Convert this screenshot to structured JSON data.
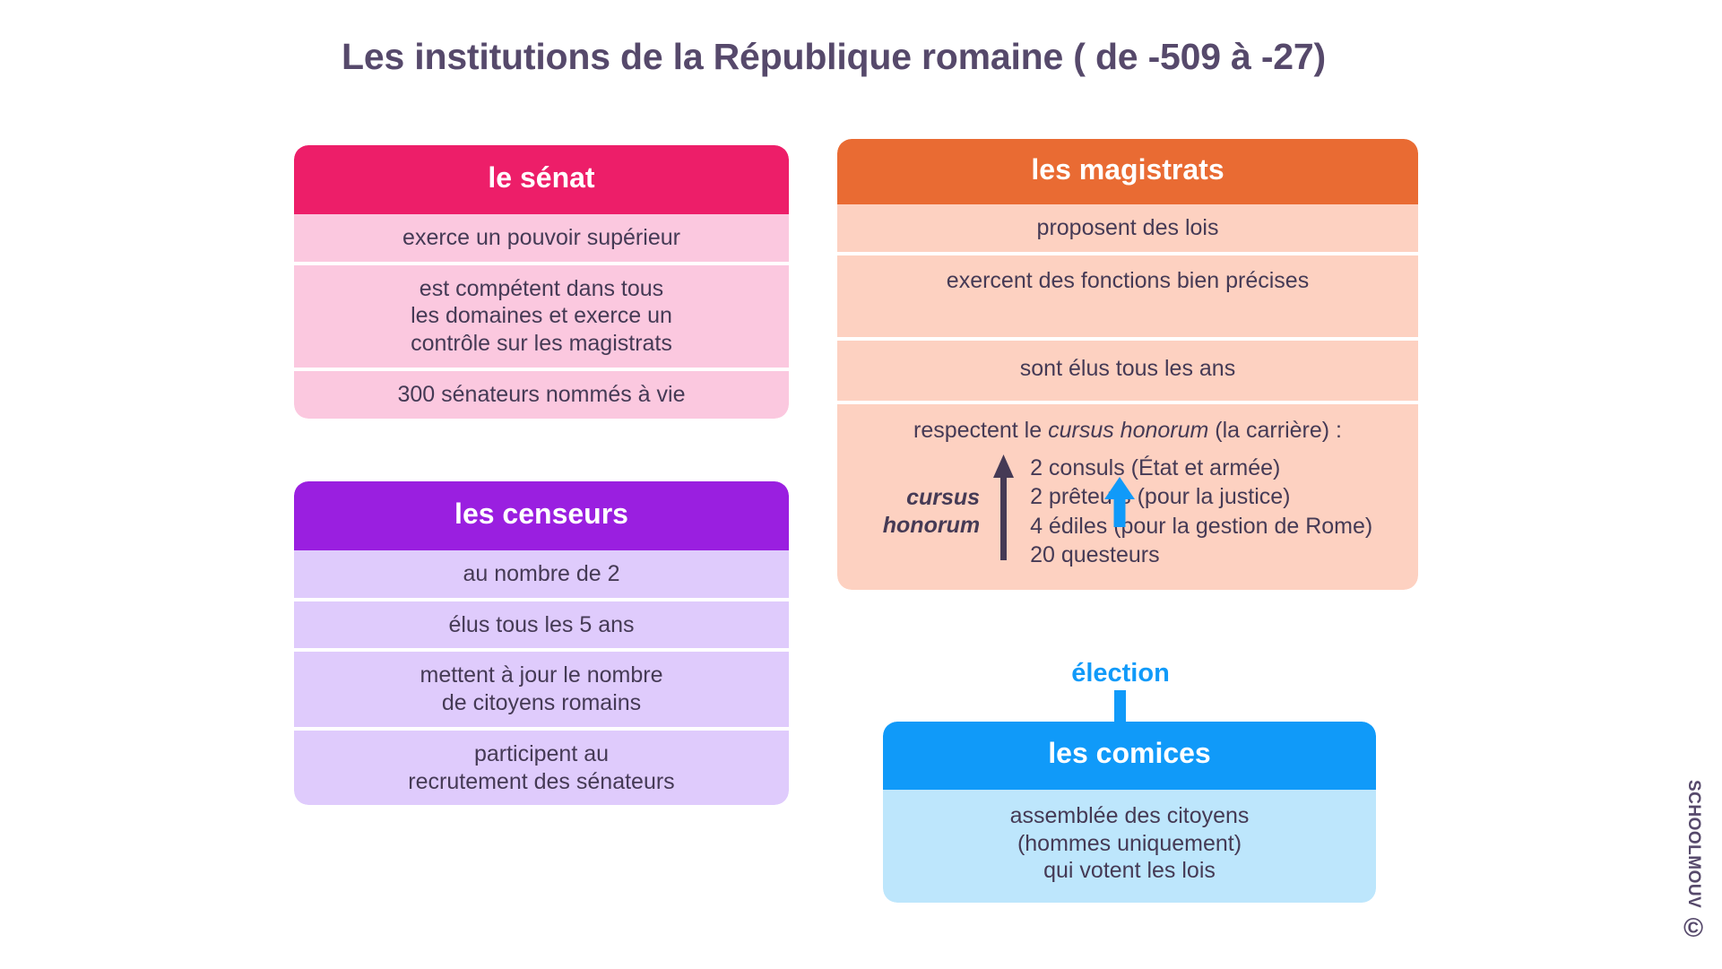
{
  "title": "Les institutions de la République romaine ( de -509 à -27)",
  "colors": {
    "title_text": "#56496B",
    "body_text": "#453A55",
    "senate_header": "#ED1E69",
    "senate_body": "#FBC8DF",
    "censors_header": "#9A1FE0",
    "censors_body": "#DFCBFC",
    "magistrates_header": "#E96B33",
    "magistrates_body": "#FDD1C1",
    "comices_header": "#109AF9",
    "comices_body": "#BDE6FC",
    "arrow": "#109AF9",
    "cursus_arrow": "#453A55"
  },
  "senate": {
    "header": "le sénat",
    "rows": [
      "exerce un pouvoir supérieur",
      "est compétent dans tous\nles domaines et exerce un\ncontrôle sur les magistrats",
      "300 sénateurs nommés à vie"
    ]
  },
  "censors": {
    "header": "les censeurs",
    "rows": [
      "au nombre de 2",
      "élus tous les 5 ans",
      "mettent à jour le nombre\nde citoyens romains",
      "participent au\nrecrutement des sénateurs"
    ]
  },
  "magistrates": {
    "header": "les magistrats",
    "rows": [
      "proposent des lois",
      "exercent des fonctions bien précises",
      "sont élus tous les ans"
    ],
    "cursus_intro_before": "respectent le ",
    "cursus_intro_italic": "cursus honorum",
    "cursus_intro_after": " (la carrière) :",
    "cursus_label": "cursus\nhonorum",
    "cursus_items": [
      "2 consuls (État et armée)",
      "2 prêteurs (pour la justice)",
      "4 édiles (pour la gestion de Rome)",
      "20 questeurs"
    ]
  },
  "election": {
    "label": "élection"
  },
  "comices": {
    "header": "les comices",
    "rows": [
      "assemblée des citoyens\n(hommes uniquement)\nqui votent les lois"
    ]
  },
  "watermark": {
    "symbol": "©",
    "text": "SCHOOLMOUV"
  }
}
